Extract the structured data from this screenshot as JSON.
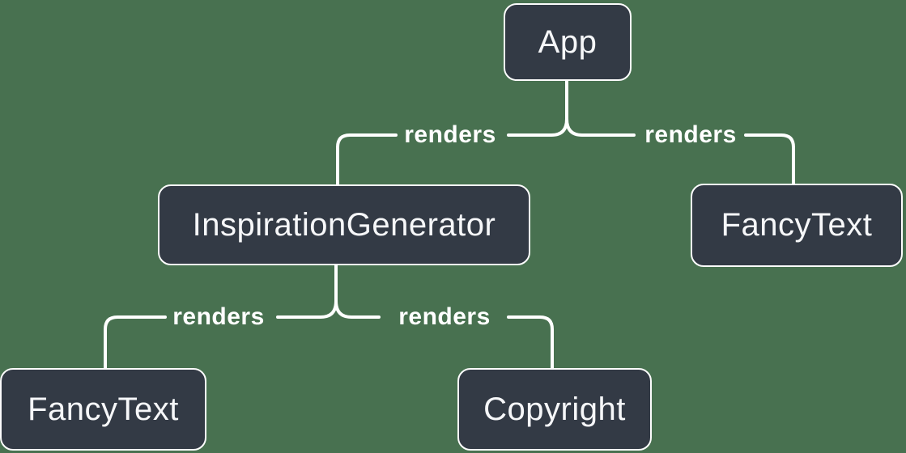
{
  "diagram": {
    "type": "component-render-tree",
    "nodes": {
      "app": {
        "label": "App"
      },
      "inspiration": {
        "label": "InspirationGenerator"
      },
      "fancytext_top": {
        "label": "FancyText"
      },
      "fancytext_left": {
        "label": "FancyText"
      },
      "copyright": {
        "label": "Copyright"
      }
    },
    "edges": [
      {
        "from": "App",
        "to": "InspirationGenerator",
        "label": "renders"
      },
      {
        "from": "App",
        "to": "FancyText",
        "label": "renders"
      },
      {
        "from": "InspirationGenerator",
        "to": "FancyText",
        "label": "renders"
      },
      {
        "from": "InspirationGenerator",
        "to": "Copyright",
        "label": "renders"
      }
    ],
    "colors": {
      "background": "#487150",
      "node_fill": "#333A45",
      "node_border": "#FCFCFC",
      "node_text": "#F6F7F9",
      "connector": "#FFFFFF",
      "edge_label_text": "#FFFFFF"
    }
  }
}
